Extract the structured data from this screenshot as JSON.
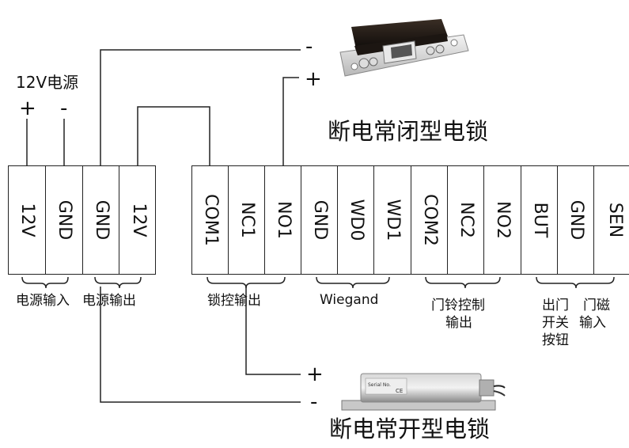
{
  "power": {
    "title": "12V电源",
    "plus": "+",
    "minus": "-"
  },
  "block_left": {
    "terminals": [
      "12V",
      "GND",
      "GND",
      "12V"
    ]
  },
  "block_right": {
    "terminals": [
      "COM1",
      "NC1",
      "NO1",
      "GND",
      "WD0",
      "WD1",
      "COM2",
      "NC2",
      "NO2",
      "BUT",
      "GND",
      "SEN"
    ]
  },
  "groups": {
    "power_in": "电源输入",
    "power_out": "电源输出",
    "lock_out": "锁控输出",
    "wiegand": "Wiegand",
    "bell_line1": "门铃控制",
    "bell_line2": "输出",
    "exit_line1": "出门",
    "exit_line2": "开关",
    "exit_line3": "按钮",
    "door_line1": "门磁",
    "door_line2": "输入"
  },
  "lock_top": {
    "title": "断电常闭型电锁",
    "minus": "-",
    "plus": "+"
  },
  "lock_bottom": {
    "title": "断电常开型电锁",
    "plus": "+",
    "minus": "-",
    "serial": "Serial No.",
    "ce": "CE"
  },
  "icons": [
    "strike-lock-icon",
    "magnetic-bolt-lock-icon"
  ]
}
